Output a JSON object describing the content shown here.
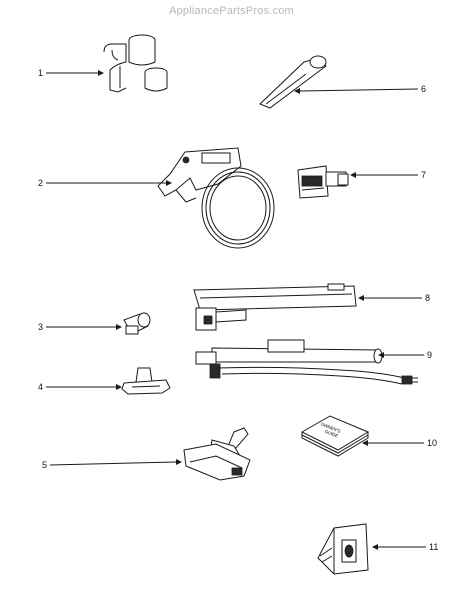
{
  "watermark": "AppliancePartsPros.com",
  "callouts": [
    "1",
    "2",
    "3",
    "4",
    "5",
    "6",
    "7",
    "8",
    "9",
    "10",
    "11"
  ],
  "manual_cover": {
    "line1": "OWNER'S",
    "line2": "GUIDE"
  },
  "colors": {
    "ink": "#1a1a1a",
    "watermark": "#b8b8b8",
    "background": "#ffffff"
  }
}
